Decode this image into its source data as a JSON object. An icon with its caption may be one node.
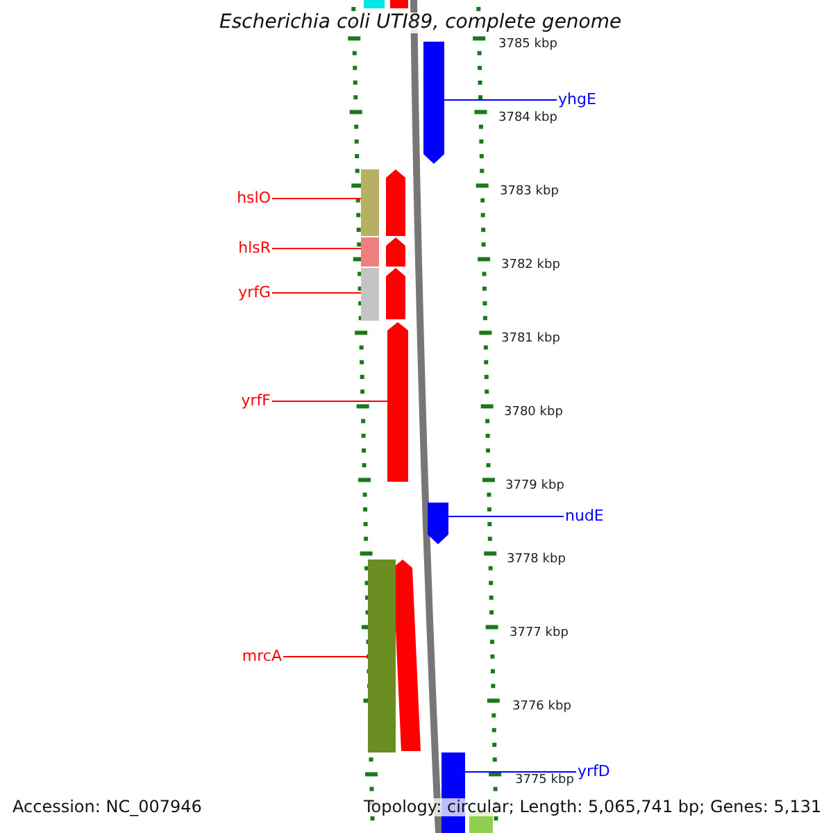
{
  "diagram": {
    "title": "Escherichia coli UTI89, complete genome",
    "nodes": [
      {
        "text": [
          "yhgE"
        ]
      },
      {
        "text": [],
        "shape": "bar"
      },
      {
        "text": [
          "hslO"
        ]
      },
      {
        "text": [],
        "shape": "bar"
      },
      {
        "text": [
          "hlsR"
        ]
      },
      {
        "text": [],
        "shape": "bar"
      },
      {
        "text": [
          "yrfG"
        ]
      },
      {
        "text": [],
        "shape": "bar"
      },
      {
        "text": [
          "yrfF"
        ]
      },
      {
        "text": [],
        "shape": "bar"
      },
      {
        "text": [
          "nudE"
        ]
      },
      {
        "text": [],
        "shape": "bar"
      },
      {
        "text": [
          "mrcA"
        ]
      },
      {
        "text": [],
        "shape": "bar"
      },
      {
        "text": [
          "yrfD"
        ]
      },
      {
        "text": [],
        "shape": "bar"
      }
    ],
    "edges": [
      {
        "from": 0,
        "to": 1,
        "arrow": "none",
        "color": "#0000ff"
      },
      {
        "from": 2,
        "to": 3,
        "arrow": "none"
      },
      {
        "from": 4,
        "to": 5,
        "arrow": "none"
      },
      {
        "from": 6,
        "to": 7,
        "arrow": "none"
      },
      {
        "from": 8,
        "to": 9,
        "arrow": "none"
      },
      {
        "from": 10,
        "to": 11,
        "arrow": "none",
        "color": "#0000ff"
      },
      {
        "from": 12,
        "to": 13,
        "arrow": "none"
      },
      {
        "from": 14,
        "to": 15,
        "arrow": "none",
        "color": "#0000ff"
      }
    ],
    "labels": [
      "3785 kbp",
      "3784 kbp",
      "3783 kbp",
      "3782 kbp",
      "3781 kbp",
      "3780 kbp",
      "3779 kbp",
      "3778 kbp",
      "3777 kbp",
      "3776 kbp",
      "3775 kbp",
      "Accession: NC_007946",
      "Topology: circular; Length: 5,065,741 bp; Genes: 5,131"
    ]
  }
}
